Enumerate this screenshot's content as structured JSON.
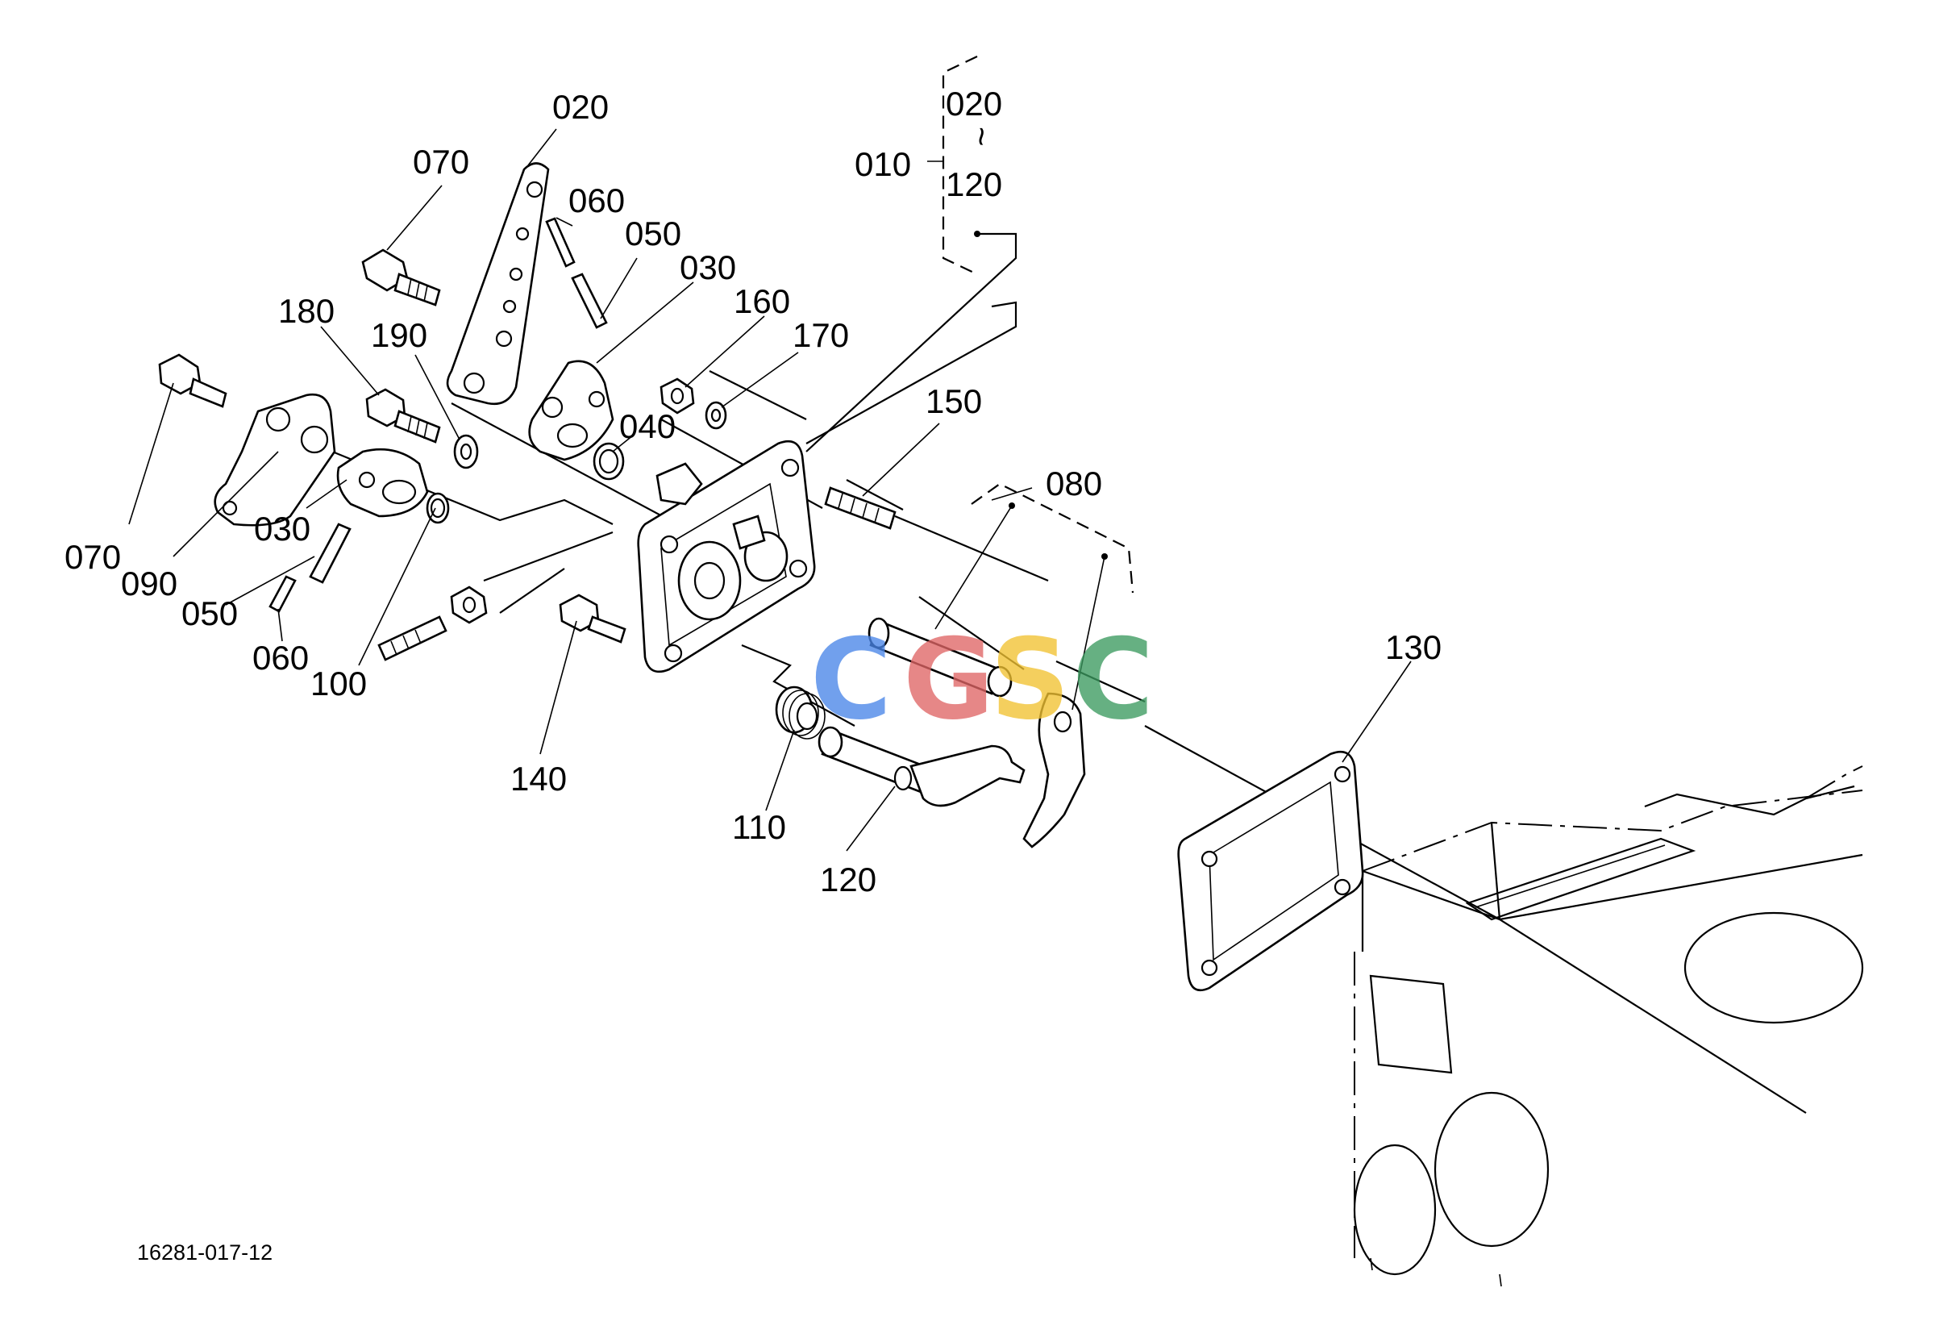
{
  "diagram": {
    "labels": {
      "p020_top": "020",
      "p070_top": "070",
      "p060_top": "060",
      "p050_top": "050",
      "p030_top": "030",
      "p180": "180",
      "p190": "190",
      "p160": "160",
      "p170": "170",
      "p040": "040",
      "p150": "150",
      "p080": "080",
      "p070_left": "070",
      "p090": "090",
      "p030_left": "030",
      "p050_left": "050",
      "p060_left": "060",
      "p100": "100",
      "p140": "140",
      "p110": "110",
      "p120": "120",
      "p130": "130"
    },
    "assembly_key": {
      "parent": "010",
      "range_start": "020",
      "range_tilde": "~",
      "range_end": "120"
    },
    "reference_number": "16281-017-12",
    "watermark": {
      "letters": [
        "C",
        "G",
        "S",
        "C"
      ],
      "colors": [
        "#4a86e8",
        "#e06666",
        "#f1c232",
        "#3c9a5f"
      ]
    }
  }
}
